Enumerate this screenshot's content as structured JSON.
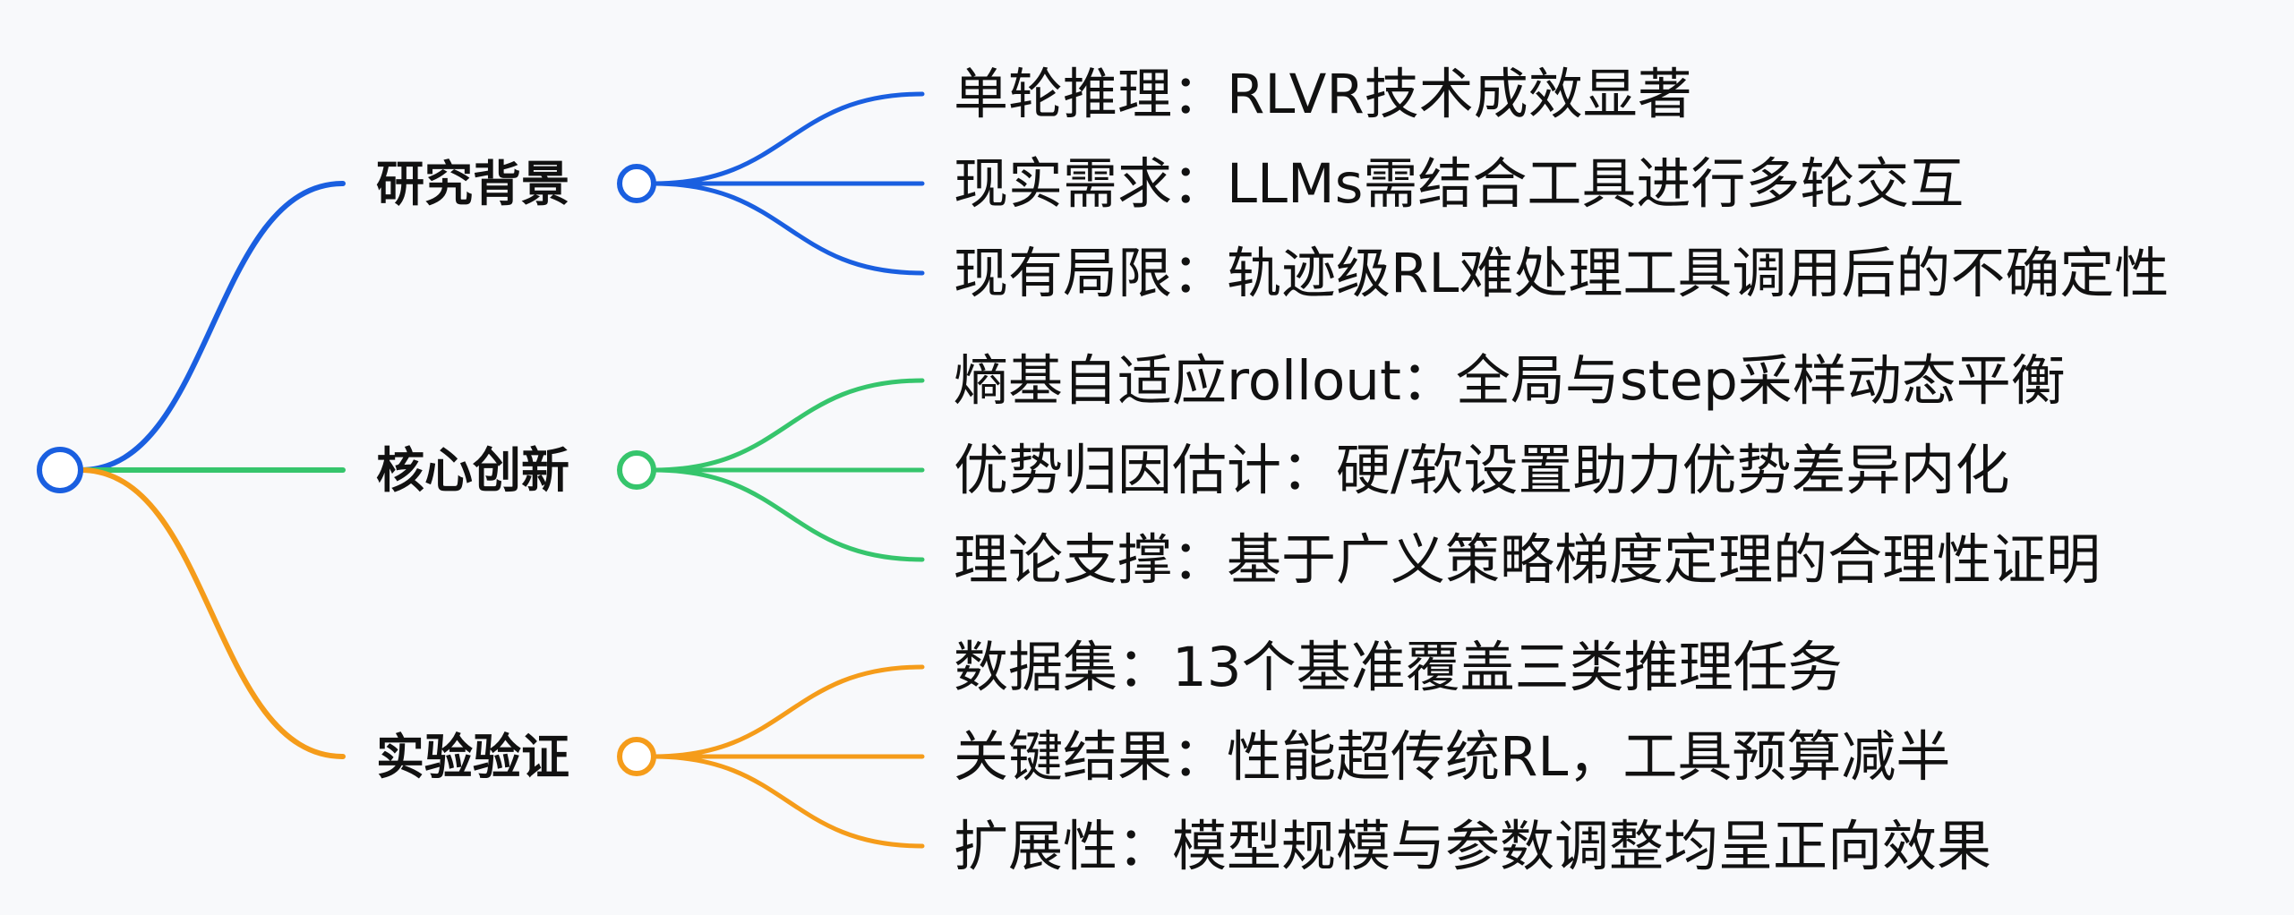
{
  "mindmap": {
    "branches": [
      {
        "label": "研究背景",
        "color": "#1a5fe0",
        "leaves": [
          "单轮推理：RLVR技术成效显著",
          "现实需求：LLMs需结合工具进行多轮交互",
          "现有局限：轨迹级RL难处理工具调用后的不确定性"
        ]
      },
      {
        "label": "核心创新",
        "color": "#36c56c",
        "leaves": [
          "熵基自适应rollout：全局与step采样动态平衡",
          "优势归因估计：硬/软设置助力优势差异内化",
          "理论支撑：基于广义策略梯度定理的合理性证明"
        ]
      },
      {
        "label": "实验验证",
        "color": "#f59c1a",
        "leaves": [
          "数据集：13个基准覆盖三类推理任务",
          "关键结果：性能超传统RL，工具预算减半",
          "扩展性：模型规模与参数调整均呈正向效果"
        ]
      }
    ]
  }
}
